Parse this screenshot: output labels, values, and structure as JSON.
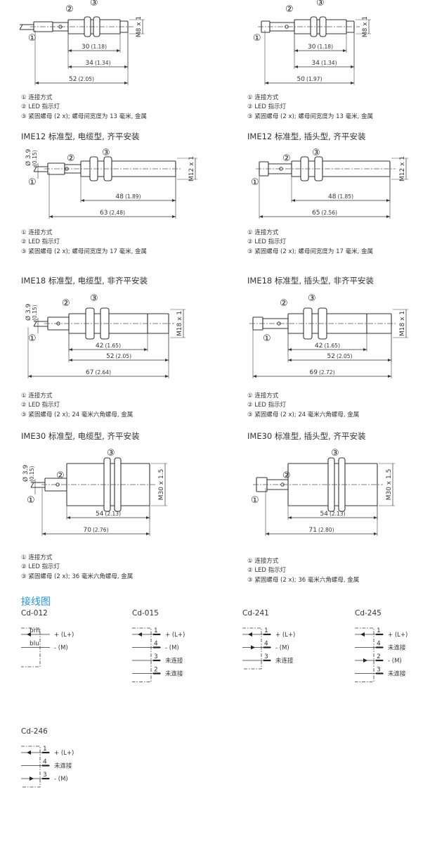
{
  "panels": [
    {
      "title": "",
      "thread": "M8 x 1",
      "dims": [
        {
          "v": "30",
          "i": "(1.18)"
        },
        {
          "v": "34",
          "i": "(1.34)"
        },
        {
          "v": "52",
          "i": "(2.05)"
        }
      ],
      "notes": [
        "① 连接方式",
        "② LED 指示灯",
        "③ 紧固螺母 (2 x); 螺母间宽度为 13 毫米, 金属"
      ]
    },
    {
      "title": "",
      "thread": "M8 x 1",
      "dims": [
        {
          "v": "30",
          "i": "(1.18)"
        },
        {
          "v": "34",
          "i": "(1.34)"
        },
        {
          "v": "50",
          "i": "(1.97)"
        }
      ],
      "notes": [
        "① 连接方式",
        "② LED 指示灯",
        "③ 紧固螺母 (2 x); 螺母间宽度为 13 毫米, 金属"
      ]
    },
    {
      "title": "IME12 标准型, 电缆型, 齐平安装",
      "thread": "M12 x 1",
      "cable_dia": {
        "v": "Ø 3.9",
        "i": "(0.15)"
      },
      "dims": [
        {
          "v": "48",
          "i": "(1.89)"
        },
        {
          "v": "63",
          "i": "(2.48)"
        }
      ],
      "notes": [
        "① 连接方式",
        "② LED 指示灯",
        "③ 紧固螺母 (2 x); 螺母间宽度为 17 毫米, 金属"
      ]
    },
    {
      "title": "IME12 标准型, 插头型, 齐平安装",
      "thread": "M12 x 1",
      "dims": [
        {
          "v": "48",
          "i": "(1.85)"
        },
        {
          "v": "65",
          "i": "(2.56)"
        }
      ],
      "notes": [
        "① 连接方式",
        "② LED 指示灯",
        "③ 紧固螺母 (2 x); 螺母间宽度为 17 毫米, 金属"
      ]
    },
    {
      "title": "IME18 标准型, 电缆型, 非齐平安装",
      "thread": "M18 x 1",
      "cable_dia": {
        "v": "Ø 3.9",
        "i": "(0.15)"
      },
      "dims": [
        {
          "v": "42",
          "i": "(1.65)"
        },
        {
          "v": "52",
          "i": "(2.05)"
        },
        {
          "v": "67",
          "i": "(2.64)"
        }
      ],
      "notes": [
        "① 连接方式",
        "② LED 指示灯",
        "③ 紧固螺母 (2 x); 24 毫米六角螺母, 金属"
      ]
    },
    {
      "title": "IME18 标准型, 插头型, 非齐平安装",
      "thread": "M18 x 1",
      "dims": [
        {
          "v": "42",
          "i": "(1.65)"
        },
        {
          "v": "52",
          "i": "(2.05)"
        },
        {
          "v": "69",
          "i": "(2.72)"
        }
      ],
      "notes": [
        "① 连接方式",
        "② LED 指示灯",
        "③ 紧固螺母 (2 x); 24 毫米六角螺母, 金属"
      ]
    },
    {
      "title": "IME30 标准型, 电缆型, 齐平安装",
      "thread": "M30 x 1.5",
      "cable_dia": {
        "v": "Ø 3.9",
        "i": "(0.15)"
      },
      "dims": [
        {
          "v": "54",
          "i": "(2.13)"
        },
        {
          "v": "70",
          "i": "(2.76)"
        }
      ],
      "notes": [
        "① 连接方式",
        "② LED 指示灯",
        "③ 紧固螺母 (2 x); 36 毫米六角螺母, 金属"
      ]
    },
    {
      "title": "IME30 标准型, 插头型, 齐平安装",
      "thread": "M30 x 1.5",
      "dims": [
        {
          "v": "54",
          "i": "(2.13)"
        },
        {
          "v": "71",
          "i": "(2.80)"
        }
      ],
      "notes": [
        "① 连接方式",
        "② LED 指示灯",
        "③ 紧固螺母 (2 x); 36 毫米六角螺母, 金属"
      ]
    }
  ],
  "callouts": [
    "①",
    "②",
    "③"
  ],
  "wiring": {
    "title": "接线图",
    "diagrams": [
      {
        "label": "Cd-012",
        "pins": [
          {
            "n": "brn",
            "t": "+ (L+)",
            "arrow": "left"
          },
          {
            "n": "blu",
            "t": "- (M)",
            "arrow": ""
          }
        ]
      },
      {
        "label": "Cd-015",
        "pins": [
          {
            "n": "1",
            "t": "+ (L+)",
            "arrow": "left"
          },
          {
            "n": "4",
            "t": "- (M)",
            "arrow": ""
          },
          {
            "n": "3",
            "t": "未连接",
            "arrow": ""
          },
          {
            "n": "2",
            "t": "未连接",
            "arrow": ""
          }
        ]
      },
      {
        "label": "Cd-241",
        "pins": [
          {
            "n": "1",
            "t": "+ (L+)",
            "arrow": "left"
          },
          {
            "n": "4",
            "t": "- (M)",
            "arrow": "right"
          },
          {
            "n": "3",
            "t": "未连接",
            "arrow": ""
          }
        ]
      },
      {
        "label": "Cd-245",
        "pins": [
          {
            "n": "1",
            "t": "+ (L+)",
            "arrow": "left"
          },
          {
            "n": "4",
            "t": "未连接",
            "arrow": ""
          },
          {
            "n": "2",
            "t": "- (M)",
            "arrow": "right"
          },
          {
            "n": "3",
            "t": "未连接",
            "arrow": ""
          }
        ]
      },
      {
        "label": "Cd-246",
        "pins": [
          {
            "n": "1",
            "t": "+ (L+)",
            "arrow": "left"
          },
          {
            "n": "4",
            "t": "未连接",
            "arrow": ""
          },
          {
            "n": "3",
            "t": "- (M)",
            "arrow": "right"
          }
        ]
      }
    ]
  }
}
